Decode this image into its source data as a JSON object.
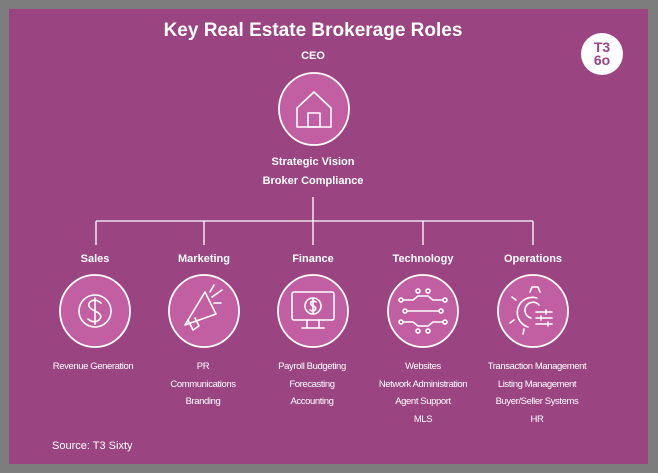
{
  "title": "Key Real Estate Brokerage Roles",
  "logo": {
    "line1": "T3",
    "line2": "6o"
  },
  "ceo": {
    "label": "CEO",
    "icon": "house-icon",
    "duties": [
      "Strategic Vision",
      "Broker Compliance"
    ]
  },
  "departments": [
    {
      "label": "Sales",
      "icon": "dollar-icon",
      "items": [
        "Revenue Generation"
      ]
    },
    {
      "label": "Marketing",
      "icon": "megaphone-icon",
      "items": [
        "PR",
        "Communications",
        "Branding"
      ]
    },
    {
      "label": "Finance",
      "icon": "monitor-dollar-icon",
      "items": [
        "Payroll Budgeting",
        "Forecasting",
        "Accounting"
      ]
    },
    {
      "label": "Technology",
      "icon": "circuit-icon",
      "items": [
        "Websites",
        "Network Administration",
        "Agent Support",
        "MLS"
      ]
    },
    {
      "label": "Operations",
      "icon": "gear-sliders-icon",
      "items": [
        "Transaction Management",
        "Listing Management",
        "Buyer/Seller Systems",
        "HR"
      ]
    }
  ],
  "source": "Source: T3 Sixty",
  "colors": {
    "background": "#9a4482",
    "circle": "#c25fa2",
    "frame": "#7d7d7d"
  }
}
